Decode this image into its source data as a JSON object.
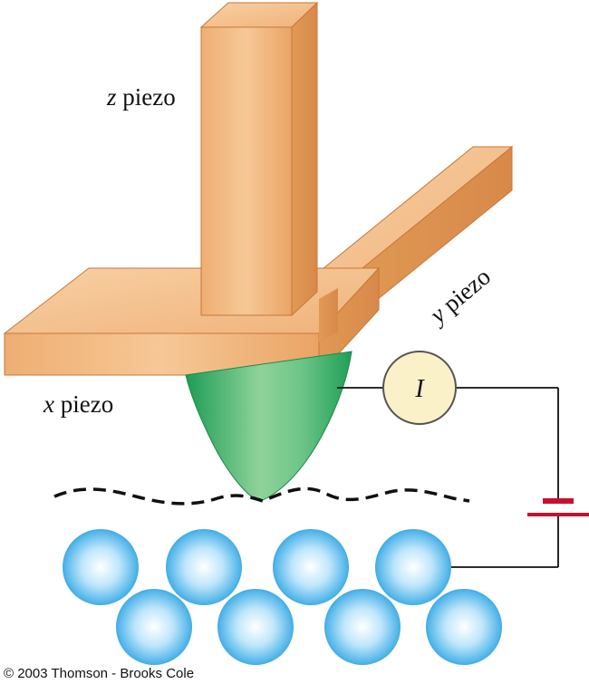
{
  "labels": {
    "z_var": "z",
    "y_var": "y",
    "x_var": "x",
    "piezo": "piezo",
    "meter": "I"
  },
  "copyright": "© 2003 Thomson - Brooks Cole",
  "colors": {
    "piezo_front": "#f2b883",
    "piezo_top": "#f7c99a",
    "piezo_side": "#e0964f",
    "piezo_edge": "#c7773a",
    "tip": "#2fb56a",
    "tip_highlight": "#a6dba0",
    "meter_fill": "#fbf1c8",
    "meter_edge": "#555555",
    "battery": "#c8102e",
    "wire": "#111111",
    "atom_core": "#f2fbff",
    "atom_edge": "#2fa6df"
  }
}
